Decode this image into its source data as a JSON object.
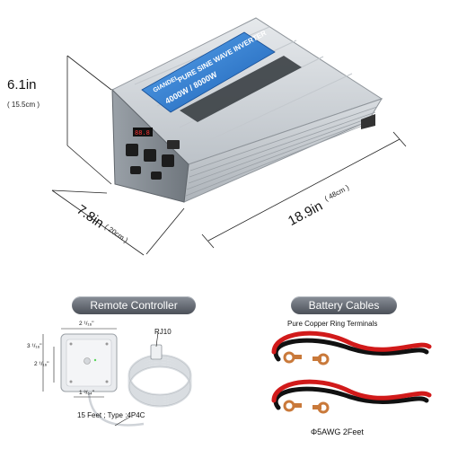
{
  "product": {
    "brand": "GIANDEL",
    "label_line1": "PURE SINE WAVE INVERTER",
    "label_line2": "4000W / 8000W"
  },
  "dimensions": {
    "height_in": "6.1in",
    "height_cm": "( 15.5cm )",
    "depth_in": "7.8in",
    "depth_cm": "( 20cm )",
    "length_in": "18.9in",
    "length_cm": "( 48cm )"
  },
  "remote": {
    "title": "Remote Controller",
    "width_label": "2 ¹/₁₆\"",
    "height_outer_label": "3 ¹/₁₆\"",
    "height_inner_label": "2 ¹/₁₆\"",
    "depth_label": "1 ³/₆₄\"",
    "connector_label": "RJ10",
    "cable_label": "15 Feet ; Type :4P4C"
  },
  "battery": {
    "title": "Battery Cables",
    "subtitle": "Pure Copper Ring Terminals",
    "spec": "Φ5AWG 2Feet"
  },
  "colors": {
    "accent_blue": "#2d7fd6",
    "aluminum": "#cfd3d8",
    "cable_red": "#d11a1a",
    "cable_black": "#111111",
    "copper": "#c9793a"
  }
}
